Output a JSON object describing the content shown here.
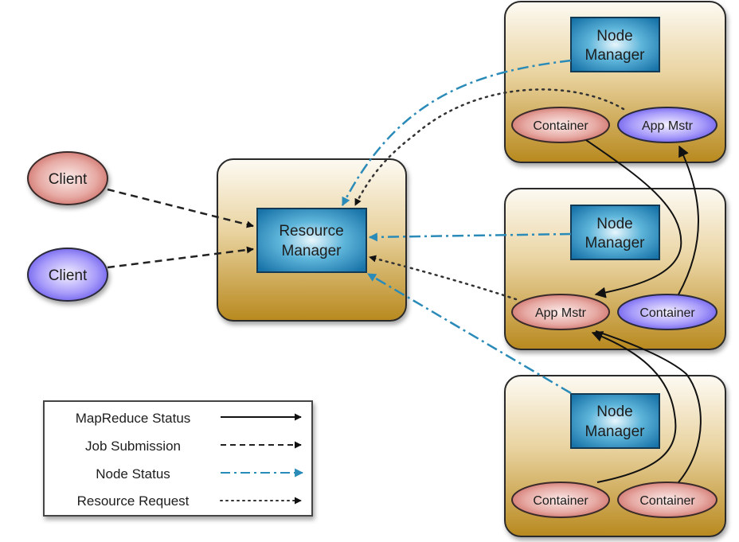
{
  "title": "YARN Architecture",
  "colors": {
    "node_status": "#2a8ab8",
    "arrow_black": "#111111",
    "box_gold_top": "#fbf7ee",
    "box_gold_bottom": "#b8891e",
    "manager_blue": "#1e7fb5",
    "client_red": "#d9807a",
    "client_purple": "#7b6cf0"
  },
  "clients": [
    {
      "label": "Client",
      "color": "red"
    },
    {
      "label": "Client",
      "color": "purple"
    }
  ],
  "resource_manager": {
    "label_line1": "Resource",
    "label_line2": "Manager"
  },
  "nodes": [
    {
      "manager": {
        "label_line1": "Node",
        "label_line2": "Manager"
      },
      "children": [
        {
          "label": "Container",
          "color": "red"
        },
        {
          "label": "App Mstr",
          "color": "purple"
        }
      ]
    },
    {
      "manager": {
        "label_line1": "Node",
        "label_line2": "Manager"
      },
      "children": [
        {
          "label": "App Mstr",
          "color": "red"
        },
        {
          "label": "Container",
          "color": "purple"
        }
      ]
    },
    {
      "manager": {
        "label_line1": "Node",
        "label_line2": "Manager"
      },
      "children": [
        {
          "label": "Container",
          "color": "red"
        },
        {
          "label": "Container",
          "color": "red"
        }
      ]
    }
  ],
  "legend": [
    {
      "label": "MapReduce Status",
      "style": "solid"
    },
    {
      "label": "Job Submission",
      "style": "dashed"
    },
    {
      "label": "Node Status",
      "style": "dash-dot"
    },
    {
      "label": "Resource Request",
      "style": "dotted"
    }
  ]
}
